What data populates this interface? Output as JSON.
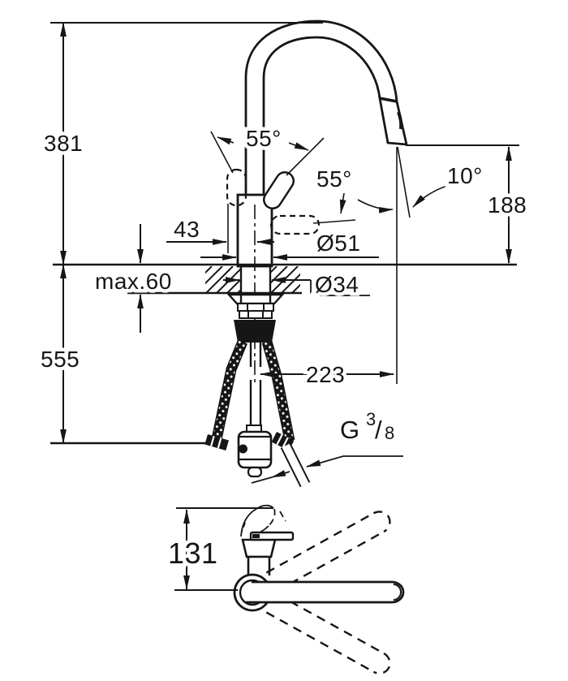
{
  "drawing": {
    "colors": {
      "ink": "#161616",
      "paper": "#ffffff"
    },
    "upper_view": {
      "total_height": "381",
      "below_deck_height": "555",
      "deck_thickness_max": "max.60",
      "handle_front_offset": "43",
      "body_diameter": "Ø51",
      "hole_diameter": "Ø34",
      "handle_swing_left": "55°",
      "handle_swing_right": "55°",
      "spray_tilt_angle": "10°",
      "outlet_height": "188",
      "spout_reach": "223",
      "thread": {
        "prefix": "G",
        "numerator": "3",
        "slash": "/",
        "denominator": "8"
      }
    },
    "lower_view": {
      "handle_height": "131"
    }
  }
}
